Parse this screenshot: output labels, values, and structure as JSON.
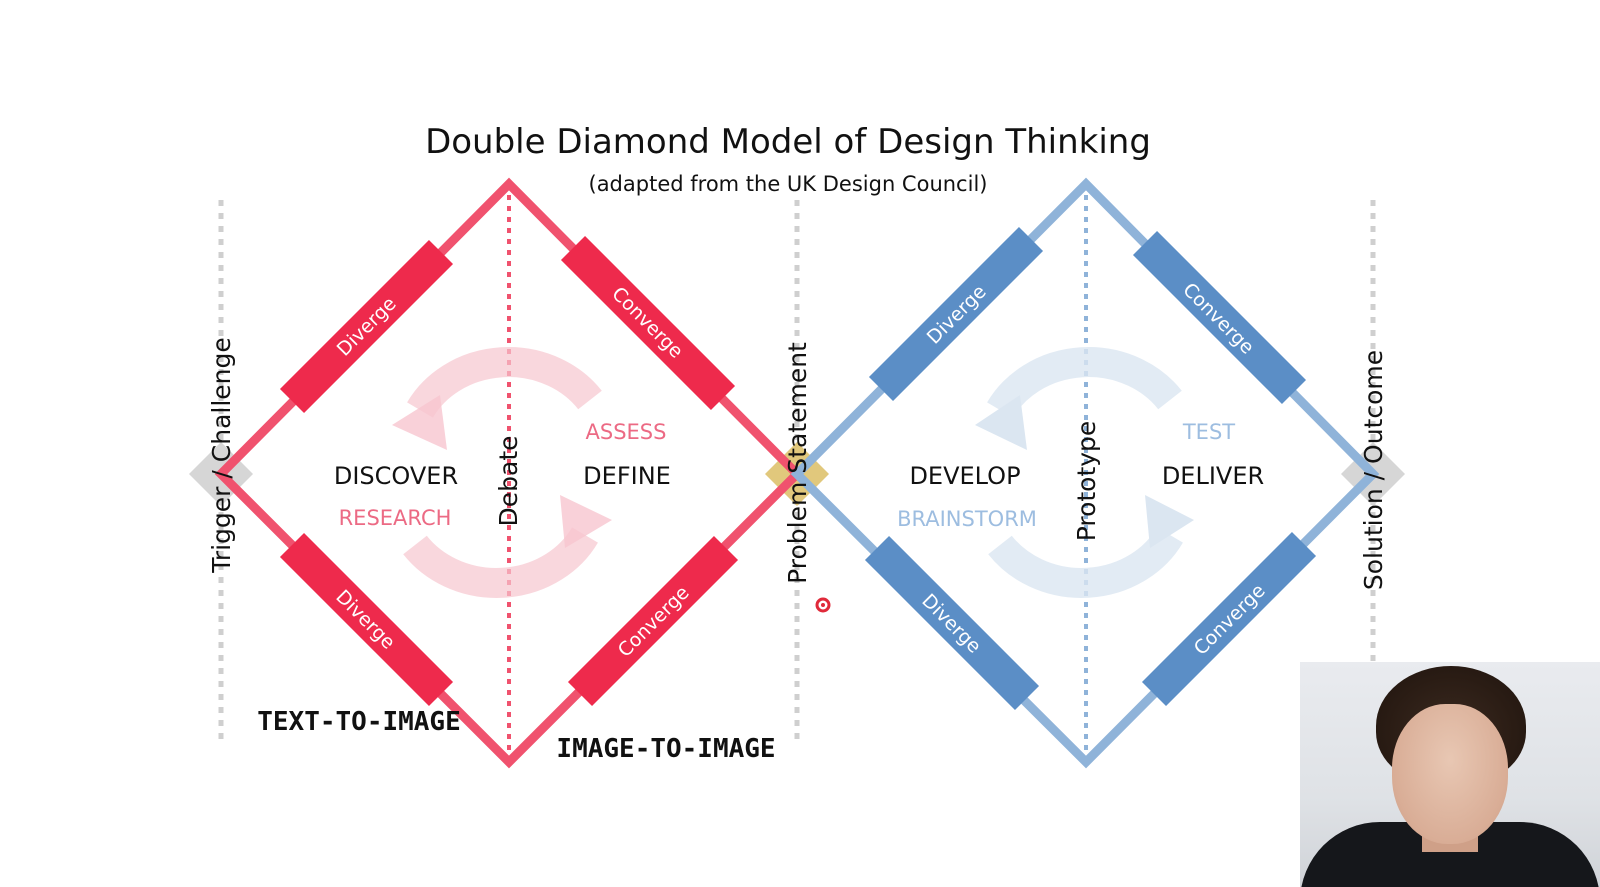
{
  "title": "Double Diamond Model of Design Thinking",
  "subtitle": "(adapted from the UK Design Council)",
  "dividers": {
    "start": "Trigger / Challenge",
    "middle": "Problem Statement",
    "end": "Solution / Outcome"
  },
  "diamond1": {
    "color": "#f0526e",
    "band_color": "#ee2a4c",
    "center_divider": "Debate",
    "stage_left": "DISCOVER",
    "stage_right": "DEFINE",
    "activity_left": "RESEARCH",
    "activity_right": "ASSESS",
    "edges": {
      "upper_left": "Diverge",
      "upper_right": "Converge",
      "lower_left": "Diverge",
      "lower_right": "Converge"
    }
  },
  "diamond2": {
    "color": "#8fb3d9",
    "band_color": "#5b8ec6",
    "center_divider": "Prototype",
    "stage_left": "DEVELOP",
    "stage_right": "DELIVER",
    "activity_left": "BRAINSTORM",
    "activity_right": "TEST",
    "edges": {
      "upper_left": "Diverge",
      "upper_right": "Converge",
      "lower_left": "Diverge",
      "lower_right": "Converge"
    }
  },
  "overlay_labels": {
    "left": "TEXT-TO-IMAGE",
    "right": "IMAGE-TO-IMAGE"
  },
  "webcam": {
    "visible": true
  }
}
